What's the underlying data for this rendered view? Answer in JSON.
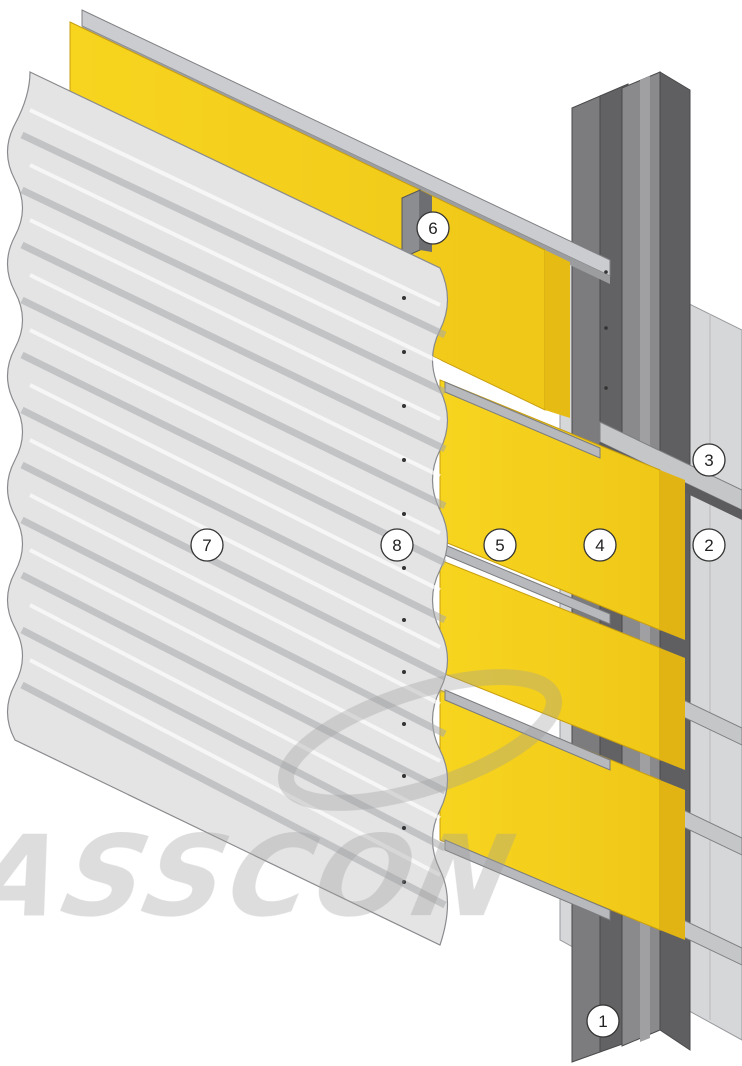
{
  "callouts": [
    {
      "id": "c1",
      "label": "1"
    },
    {
      "id": "c2",
      "label": "2"
    },
    {
      "id": "c3",
      "label": "3"
    },
    {
      "id": "c4",
      "label": "4"
    },
    {
      "id": "c5",
      "label": "5"
    },
    {
      "id": "c6",
      "label": "6"
    },
    {
      "id": "c7",
      "label": "7"
    },
    {
      "id": "c8",
      "label": "8"
    }
  ],
  "watermark": {
    "text": "GLASSCON"
  },
  "colors": {
    "steel_column": "#6f6f71",
    "steel_column_light": "#9a9a9c",
    "insulation": "#f6d21d",
    "insulation_dark": "#e2b814",
    "rail": "#c9cacc",
    "rail_edge": "#8e8f92",
    "sheet_light": "#e9e9ea",
    "sheet_dark": "#a9a9ab",
    "watermark": "#bdbdbd"
  }
}
